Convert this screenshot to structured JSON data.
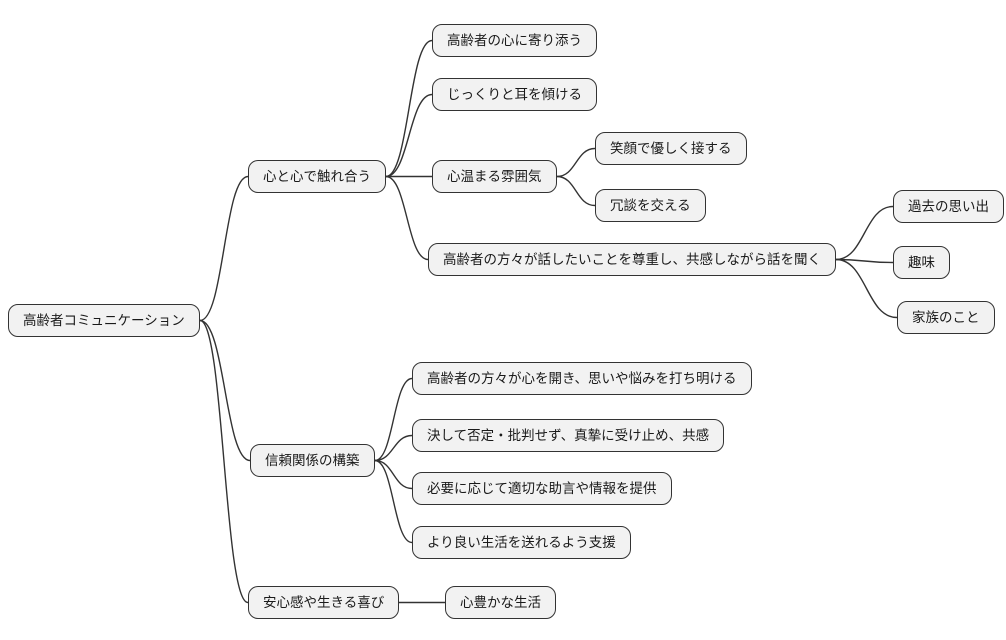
{
  "diagram": {
    "type": "mindmap",
    "colors": {
      "background": "#ffffff",
      "node_fill": "#f2f2f2",
      "node_border": "#333333",
      "edge": "#333333",
      "text": "#1a1a1a"
    },
    "nodes": {
      "root": "高齢者コミュニケーション",
      "touch_hearts": "心と心で触れ合う",
      "empathize": "高齢者の心に寄り添う",
      "listen": "じっくりと耳を傾ける",
      "warm_atmosphere": "心温まる雰囲気",
      "smile": "笑顔で優しく接する",
      "jokes": "冗談を交える",
      "respect_listen": "高齢者の方々が話したいことを尊重し、共感しながら話を聞く",
      "memories": "過去の思い出",
      "hobbies": "趣味",
      "family": "家族のこと",
      "trust": "信頼関係の構築",
      "open_up": "高齢者の方々が心を開き、思いや悩みを打ち明ける",
      "accept": "決して否定・批判せず、真摯に受け止め、共感",
      "advice": "必要に応じて適切な助言や情報を提供",
      "support": "より良い生活を送れるよう支援",
      "security": "安心感や生きる喜び",
      "rich_life": "心豊かな生活"
    },
    "edges": [
      [
        "root",
        "touch_hearts"
      ],
      [
        "root",
        "trust"
      ],
      [
        "root",
        "security"
      ],
      [
        "touch_hearts",
        "empathize"
      ],
      [
        "touch_hearts",
        "listen"
      ],
      [
        "touch_hearts",
        "warm_atmosphere"
      ],
      [
        "touch_hearts",
        "respect_listen"
      ],
      [
        "warm_atmosphere",
        "smile"
      ],
      [
        "warm_atmosphere",
        "jokes"
      ],
      [
        "respect_listen",
        "memories"
      ],
      [
        "respect_listen",
        "hobbies"
      ],
      [
        "respect_listen",
        "family"
      ],
      [
        "trust",
        "open_up"
      ],
      [
        "trust",
        "accept"
      ],
      [
        "trust",
        "advice"
      ],
      [
        "trust",
        "support"
      ],
      [
        "security",
        "rich_life"
      ]
    ]
  }
}
